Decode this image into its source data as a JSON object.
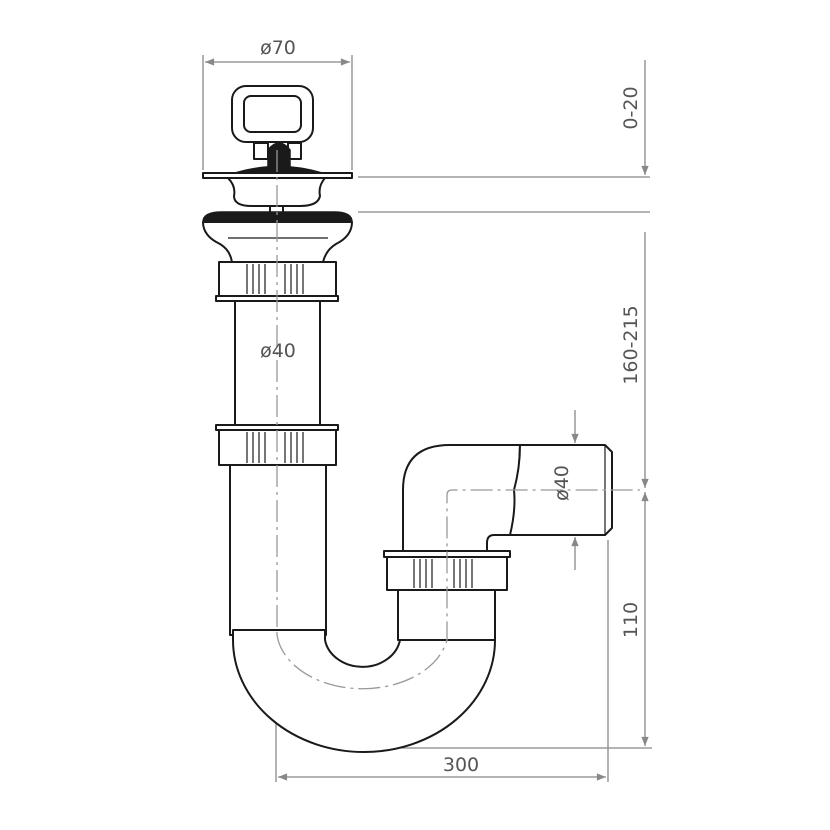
{
  "drawing": {
    "title": "Sink siphon with plug - dimensioned drawing",
    "dimensions": {
      "top_diameter": "ø70",
      "plug_gap": "0-20",
      "pipe_diameter": "ø40",
      "height_range": "160-215",
      "outlet_diameter": "ø40",
      "outlet_height": "110",
      "width": "300"
    },
    "colors": {
      "outline": "#1a1a1a",
      "dimension": "#888888"
    }
  }
}
